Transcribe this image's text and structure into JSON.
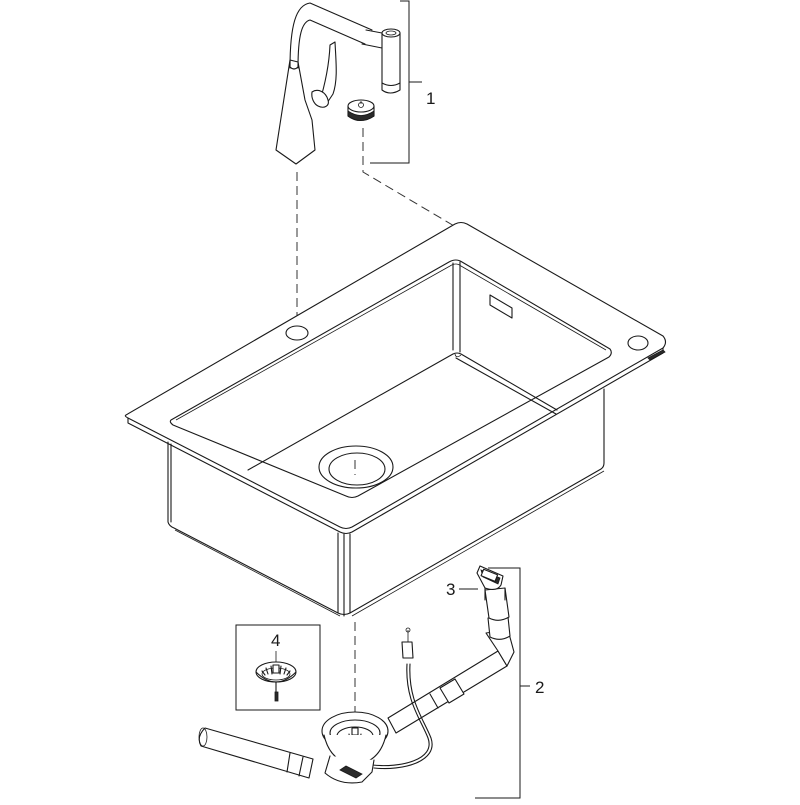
{
  "diagram": {
    "type": "exploded-view assembly drawing",
    "subject": "Kitchen sink combination (sink, faucet, drain set)",
    "background": "#ffffff",
    "line_color": "#1a1a1a",
    "callouts": [
      {
        "id": "1",
        "label": "1",
        "describes": "Faucet with pull-out spout and control button"
      },
      {
        "id": "2",
        "label": "2",
        "describes": "Drain / waste assembly with overflow pipe and cable"
      },
      {
        "id": "3",
        "label": "3",
        "describes": "Overflow fitting"
      },
      {
        "id": "4",
        "label": "4",
        "describes": "Strainer basket plug (boxed detail)"
      }
    ],
    "components": [
      {
        "name": "faucet",
        "callout": "1"
      },
      {
        "name": "control-button",
        "callout": "1"
      },
      {
        "name": "sink-basin"
      },
      {
        "name": "drain-assembly",
        "callout": "2"
      },
      {
        "name": "overflow-fitting",
        "callout": "3"
      },
      {
        "name": "strainer-basket",
        "callout": "4"
      }
    ],
    "leader_lines": [
      {
        "from": "faucet",
        "to": "tap-hole-left",
        "style": "dashed"
      },
      {
        "from": "control-button",
        "to": "tap-hole-right",
        "style": "dashed"
      },
      {
        "from": "sink-drain-hole",
        "to": "drain-assembly",
        "style": "dashed"
      }
    ]
  }
}
